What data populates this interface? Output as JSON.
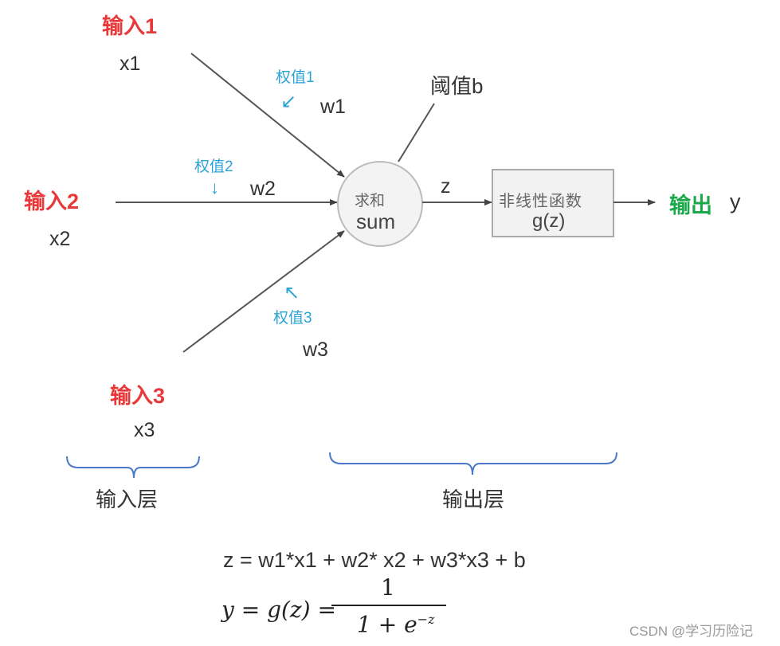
{
  "inputs": [
    {
      "label": "输入1",
      "var": "x1",
      "weight_label": "权值1",
      "weight_arrow": "↙",
      "weight": "w1"
    },
    {
      "label": "输入2",
      "var": "x2",
      "weight_label": "权值2",
      "weight_arrow": "↓",
      "weight": "w2"
    },
    {
      "label": "输入3",
      "var": "x3",
      "weight_label": "权值3",
      "weight_arrow": "↖",
      "weight": "w3"
    }
  ],
  "threshold": "阈值b",
  "sum_node": {
    "cn": "求和",
    "en": "sum"
  },
  "z_label": "z",
  "function_box": {
    "cn": "非线性函数",
    "expr": "g(z)"
  },
  "output": {
    "label": "输出",
    "var": "y"
  },
  "layers": {
    "input": "输入层",
    "output": "输出层"
  },
  "formulas": {
    "z": "z = w1*x1 + w2* x2 + w3*x3 + b",
    "y_lhs": "y = g(z) =",
    "numerator": "1",
    "denominator": "1 + e",
    "exponent": "−z"
  },
  "watermark": "CSDN @学习历险记",
  "colors": {
    "input": "#e8393a",
    "weight": "#2aa3d6",
    "output": "#1aa84a",
    "bracket": "#4a78c8"
  }
}
